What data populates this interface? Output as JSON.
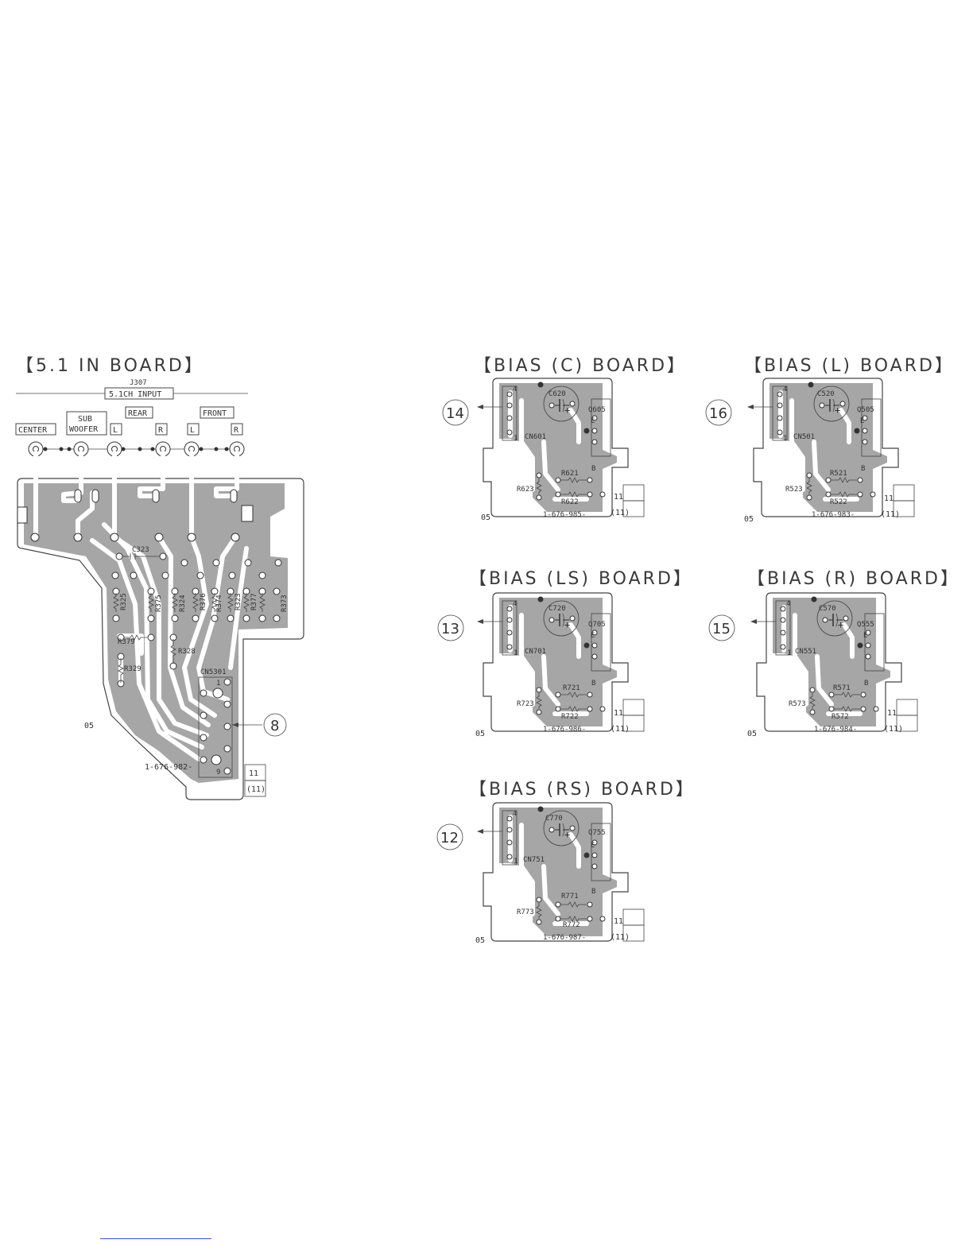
{
  "in_board": {
    "title": "【5.1 IN BOARD】",
    "jack_ref": "J307",
    "jack_label": "5.1CH INPUT",
    "channels": [
      "CENTER",
      "SUB\nWOOFER",
      "REAR",
      "FRONT"
    ],
    "center": "CENTER",
    "sub_1": "SUB",
    "sub_2": "WOOFER",
    "rear": "REAR",
    "front": "FRONT",
    "l": "L",
    "r": "R",
    "parts": [
      "C323",
      "R325",
      "R375",
      "R324",
      "R376",
      "R374",
      "R323",
      "R373",
      "R377",
      "R379",
      "R328",
      "R329",
      "CN5301"
    ],
    "p_c323": "C323",
    "p_r325": "R325",
    "p_r375": "R375",
    "p_r324": "R324",
    "p_r376": "R376",
    "p_r374": "R374",
    "p_r323": "R323",
    "p_r373": "R373",
    "p_r377": "R377",
    "p_r379": "R379",
    "p_r328": "R328",
    "p_r329": "R329",
    "p_cn": "CN5301",
    "pin_1": "1",
    "pin_9": "9",
    "side": "05",
    "part_no": "1-676-982-",
    "ref_a": "11",
    "ref_b": "(11)",
    "connector_ref": "8"
  },
  "bias_boards": [
    {
      "title": "【BIAS (C) BOARD】",
      "cap": "C620",
      "tr": "Q605",
      "cn": "CN601",
      "r1": "R621",
      "r2": "R622",
      "r3": "R623",
      "part_no": "1-676-985-",
      "connector_ref": "14"
    },
    {
      "title": "【BIAS (L) BOARD】",
      "cap": "C520",
      "tr": "Q505",
      "cn": "CN501",
      "r1": "R521",
      "r2": "R522",
      "r3": "R523",
      "part_no": "1-676-983-",
      "connector_ref": "16"
    },
    {
      "title": "【BIAS (LS) BOARD】",
      "cap": "C720",
      "tr": "Q705",
      "cn": "CN701",
      "r1": "R721",
      "r2": "R722",
      "r3": "R723",
      "part_no": "1-676-986-",
      "connector_ref": "13"
    },
    {
      "title": "【BIAS (R) BOARD】",
      "cap": "C570",
      "tr": "Q555",
      "cn": "CN551",
      "r1": "R571",
      "r2": "R572",
      "r3": "R573",
      "part_no": "1-676-984-",
      "connector_ref": "15"
    },
    {
      "title": "【BIAS (RS) BOARD】",
      "cap": "C770",
      "tr": "Q755",
      "cn": "CN751",
      "r1": "R771",
      "r2": "R772",
      "r3": "R773",
      "part_no": "1-676-987-",
      "connector_ref": "12"
    }
  ],
  "bias_common": {
    "side": "05",
    "ref_a": "11",
    "ref_b": "(11)",
    "pin_e": "E",
    "pin_b": "B",
    "pin_4": "4",
    "pin_1": "1"
  }
}
